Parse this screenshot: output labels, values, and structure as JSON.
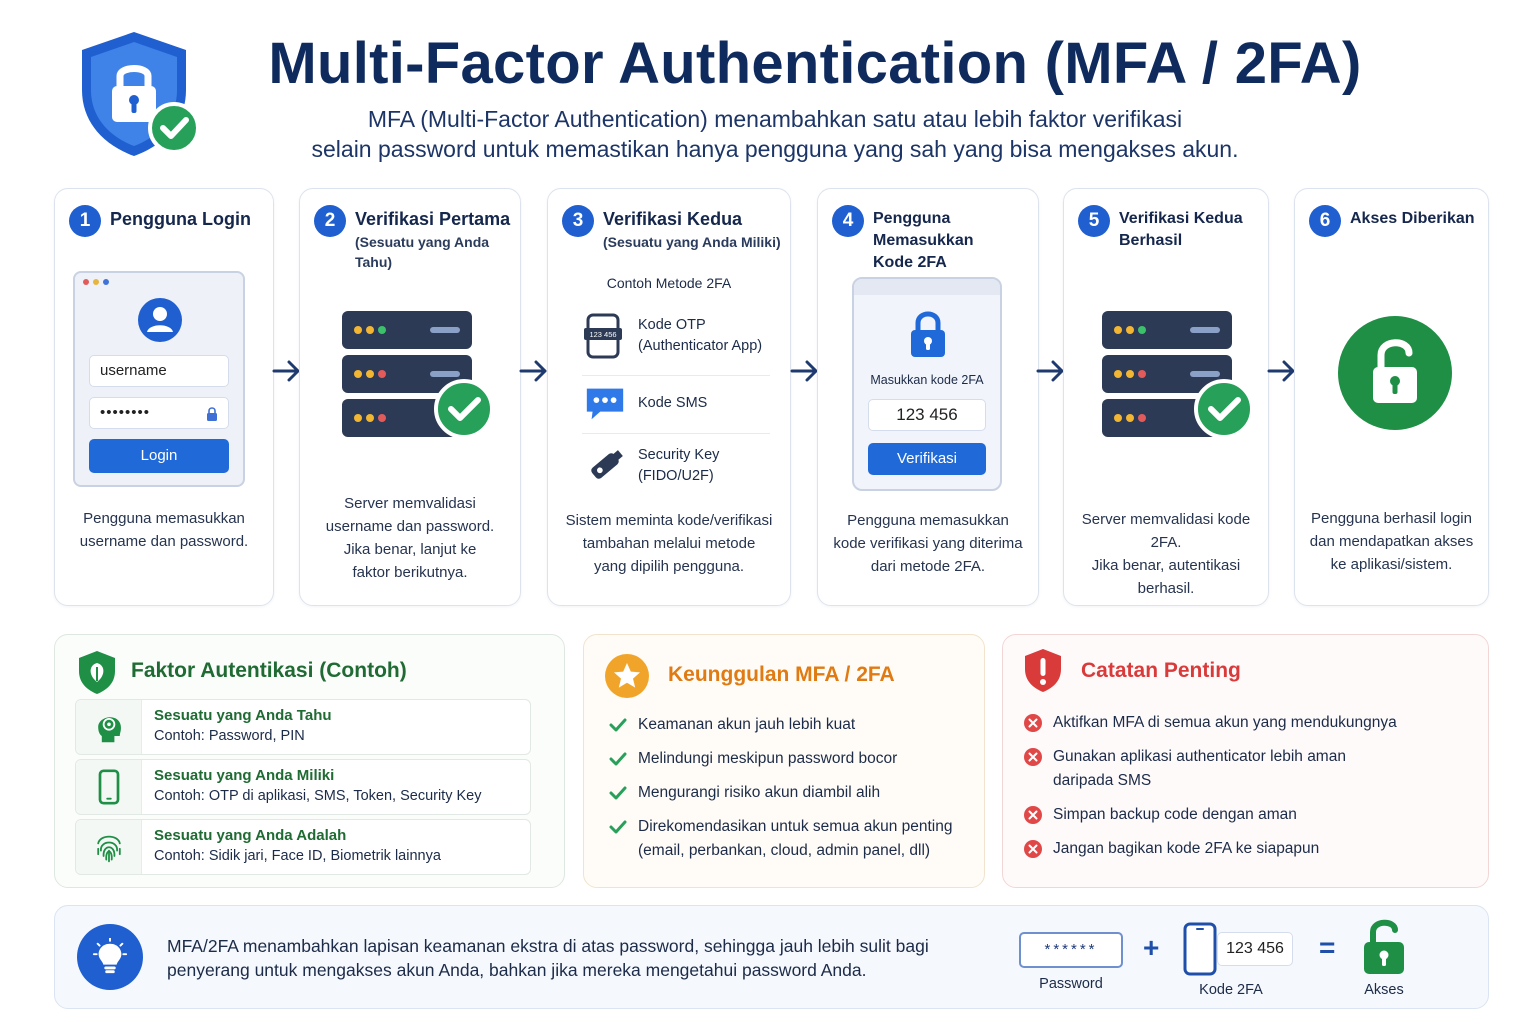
{
  "header": {
    "title": "Multi-Factor Authentication (MFA / 2FA)",
    "subtitle_line1": "MFA (Multi-Factor Authentication) menambahkan satu atau lebih faktor verifikasi",
    "subtitle_line2": "selain password untuk memastikan hanya pengguna yang sah yang bisa mengakses akun."
  },
  "steps": [
    {
      "num": "1",
      "title": "Pengguna Login",
      "desc1": "Pengguna memasukkan",
      "desc2": "username dan password.",
      "username": "username",
      "password": "••••••••",
      "button": "Login"
    },
    {
      "num": "2",
      "title": "Verifikasi Pertama",
      "sub": "(Sesuatu yang Anda Tahu)",
      "desc1": "Server memvalidasi",
      "desc2": "username dan password.",
      "desc3": "Jika benar, lanjut ke",
      "desc4": "faktor berikutnya."
    },
    {
      "num": "3",
      "title": "Verifikasi Kedua",
      "sub": "(Sesuatu yang Anda Miliki)",
      "methods_title": "Contoh Metode 2FA",
      "methods": [
        {
          "icon": "phone-otp-icon",
          "line1": "Kode OTP",
          "line2": "(Authenticator App)",
          "badge": "123 456"
        },
        {
          "icon": "sms-chat-icon",
          "line1": "Kode SMS",
          "line2": ""
        },
        {
          "icon": "usb-security-key-icon",
          "line1": "Security Key",
          "line2": "(FIDO/U2F)"
        }
      ],
      "desc1": "Sistem meminta kode/verifikasi",
      "desc2": "tambahan melalui metode",
      "desc3": "yang dipilih pengguna."
    },
    {
      "num": "4",
      "title_line1": "Pengguna Memasukkan",
      "title_line2": "Kode 2FA",
      "input_label": "Masukkan kode 2FA",
      "code": "123 456",
      "button": "Verifikasi",
      "desc1": "Pengguna memasukkan",
      "desc2": "kode verifikasi yang diterima",
      "desc3": "dari metode 2FA."
    },
    {
      "num": "5",
      "title_line1": "Verifikasi Kedua",
      "title_line2": "Berhasil",
      "desc1": "Server memvalidasi kode 2FA.",
      "desc2": "Jika benar, autentikasi",
      "desc3": "berhasil."
    },
    {
      "num": "6",
      "title": "Akses Diberikan",
      "desc1": "Pengguna berhasil login",
      "desc2": "dan mendapatkan akses",
      "desc3": "ke aplikasi/sistem."
    }
  ],
  "factors": {
    "title": "Faktor Autentikasi (Contoh)",
    "items": [
      {
        "icon": "brain-head-icon",
        "name": "Sesuatu yang Anda Tahu",
        "example": "Contoh: Password, PIN"
      },
      {
        "icon": "smartphone-icon",
        "name": "Sesuatu yang Anda Miliki",
        "example": "Contoh: OTP di aplikasi, SMS, Token, Security Key"
      },
      {
        "icon": "fingerprint-icon",
        "name": "Sesuatu yang Anda Adalah",
        "example": "Contoh: Sidik jari, Face ID, Biometrik lainnya"
      }
    ]
  },
  "advantages": {
    "title": "Keunggulan MFA / 2FA",
    "items": [
      {
        "line1": "Keamanan akun jauh lebih kuat",
        "line2": ""
      },
      {
        "line1": "Melindungi meskipun password bocor",
        "line2": ""
      },
      {
        "line1": "Mengurangi risiko akun diambil alih",
        "line2": ""
      },
      {
        "line1": "Direkomendasikan untuk semua akun penting",
        "line2": "(email, perbankan, cloud, admin panel, dll)"
      }
    ]
  },
  "notes": {
    "title": "Catatan Penting",
    "items": [
      {
        "line1": "Aktifkan MFA di semua akun yang mendukungnya",
        "line2": ""
      },
      {
        "line1": "Gunakan aplikasi authenticator lebih aman",
        "line2": "daripada SMS"
      },
      {
        "line1": "Simpan backup code dengan aman",
        "line2": ""
      },
      {
        "line1": "Jangan bagikan kode 2FA ke siapapun",
        "line2": ""
      }
    ]
  },
  "footer": {
    "text_line1": "MFA/2FA menambahkan lapisan keamanan ekstra di atas password, sehingga jauh lebih sulit bagi",
    "text_line2": "penyerang untuk mengakses akun Anda, bahkan jika mereka mengetahui password Anda.",
    "password_mask": "******",
    "password_label": "Password",
    "plus": "+",
    "code": "123 456",
    "code_label": "Kode 2FA",
    "equals": "=",
    "access_label": "Akses"
  },
  "colors": {
    "primary_blue": "#1f5fd0",
    "navy": "#0f2a5c",
    "success_green": "#27a05a",
    "access_green": "#1f8f46",
    "orange": "#e07a12",
    "red": "#d93b3b"
  }
}
